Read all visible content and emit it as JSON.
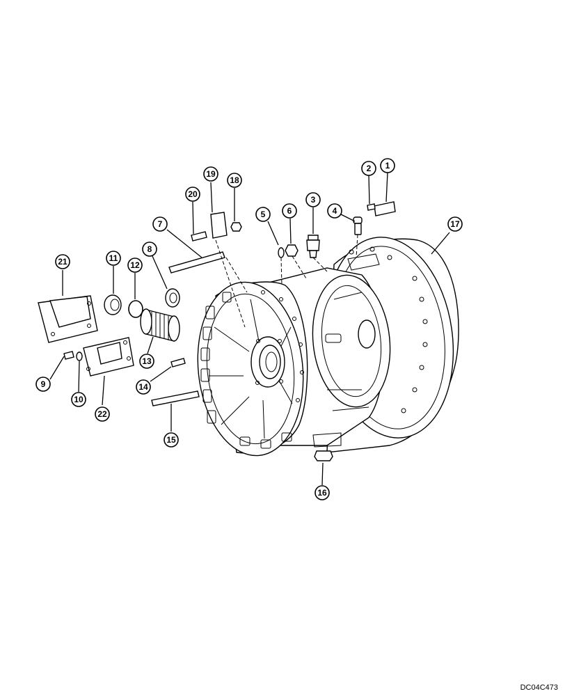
{
  "drawing_code": "DC04C473",
  "callouts": [
    "1",
    "2",
    "3",
    "4",
    "5",
    "6",
    "7",
    "8",
    "9",
    "10",
    "11",
    "12",
    "13",
    "14",
    "15",
    "16",
    "17",
    "18",
    "19",
    "20",
    "21",
    "22"
  ]
}
